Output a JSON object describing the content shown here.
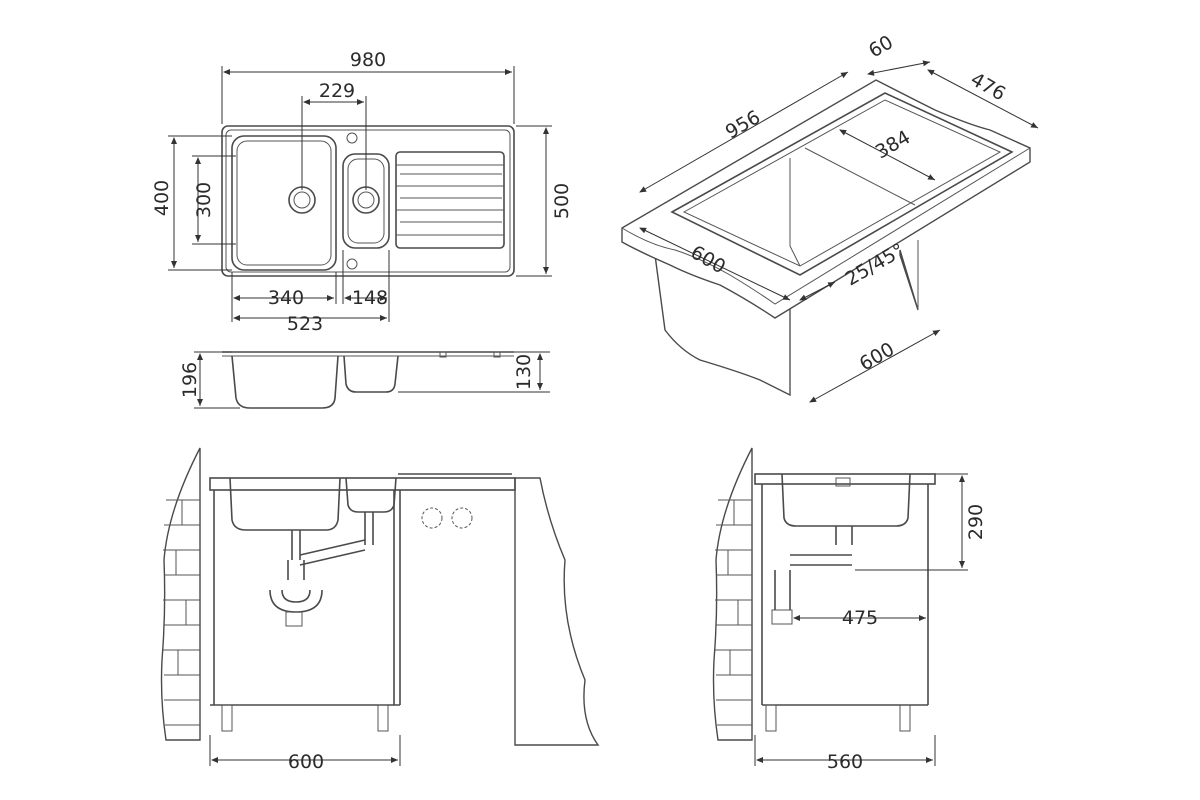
{
  "top_view": {
    "overall_width": "980",
    "bowl_offset": "229",
    "overall_depth_outer": "500",
    "bowl_depth": "400",
    "bowl_inner": "300",
    "big_bowl": "340",
    "small_bowl": "148",
    "bowls_total": "523"
  },
  "section_view": {
    "big_bowl_depth": "196",
    "small_bowl_depth": "130"
  },
  "iso_view": {
    "length": "956",
    "edge": "60",
    "depth": "476",
    "inner": "384",
    "front": "600",
    "angle": "25/45°",
    "cabinet_depth": "600"
  },
  "front_install": {
    "cabinet_width": "600"
  },
  "side_install": {
    "cabinet_width": "560",
    "height": "290",
    "drain_offset": "475"
  },
  "colors": {
    "line": "#4a4a4a",
    "text": "#2b2b2b"
  }
}
